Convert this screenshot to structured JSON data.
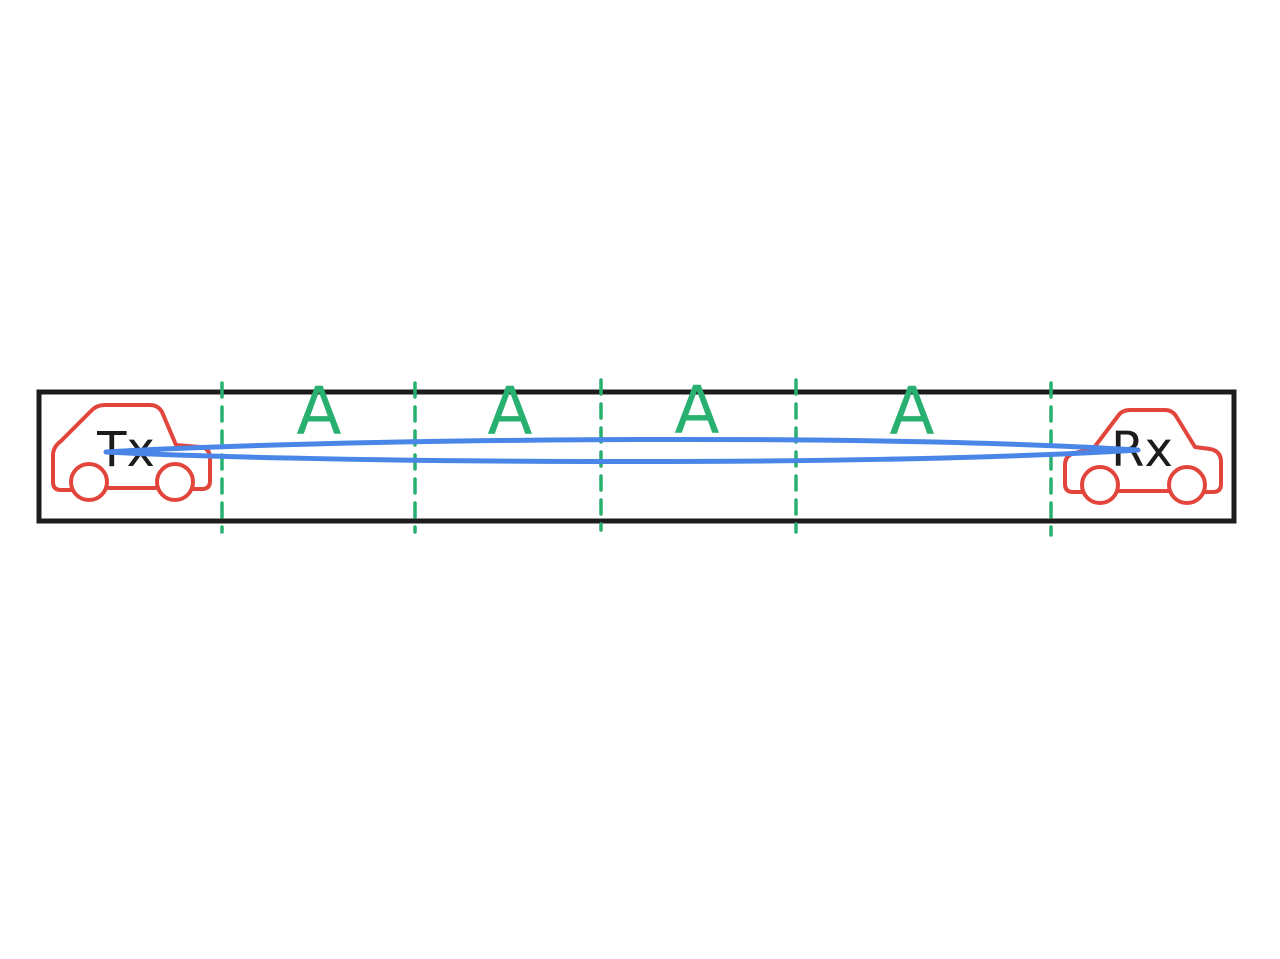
{
  "colors": {
    "border": "#1c1c1c",
    "car": "#e2453b",
    "zone": "#27b06f",
    "beam": "#4a86e8",
    "text": "#1c1c1c",
    "background": "#ffffff"
  },
  "transmitter": {
    "label": "Tx",
    "icon": "car-icon"
  },
  "receiver": {
    "label": "Rx",
    "icon": "car-icon"
  },
  "zones": [
    {
      "label": "A"
    },
    {
      "label": "A"
    },
    {
      "label": "A"
    },
    {
      "label": "A"
    }
  ]
}
